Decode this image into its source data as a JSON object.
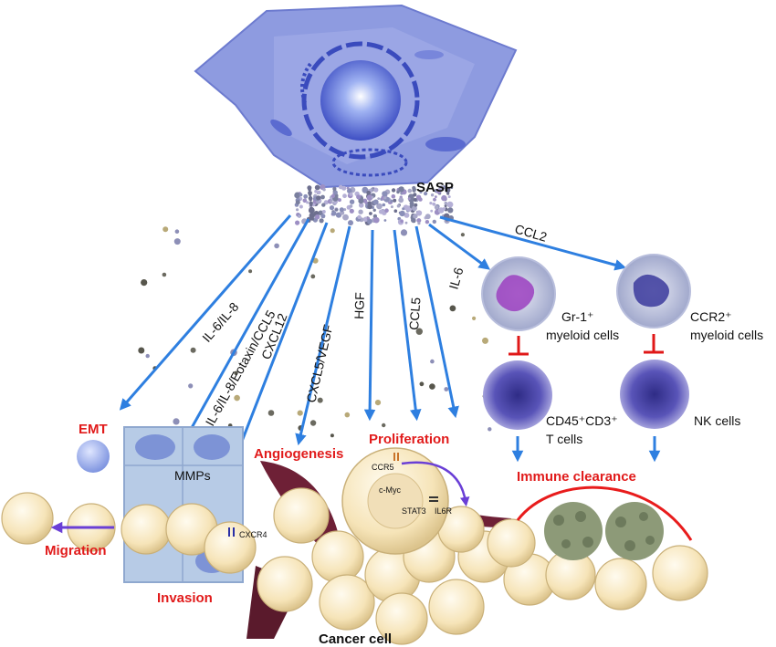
{
  "colors": {
    "arrow": "#2e7fe0",
    "red_label": "#e11b1b",
    "inhibit": "#e01818",
    "migration_arrow": "#6a3fd6",
    "senescent_cell": "#8e9be0",
    "cancer_cell": "#f4e2b4",
    "immune_arc": "#e81c1c"
  },
  "labels": {
    "sasp": "SASP",
    "il6_il8": "IL-6/IL-8",
    "il6_il8_eotaxin_ccl5": "IL-6/IL-8/Eotaxin/CCL5",
    "cxcl12": "CXCL12",
    "cxcl5_vegf": "CXCL5/VEGF",
    "hgf": "HGF",
    "ccl5": "CCL5",
    "il6": "IL-6",
    "ccl2": "CCL2",
    "gr1_line1": "Gr-1⁺",
    "gr1_line2": "myeloid cells",
    "ccr2_line1": "CCR2⁺",
    "ccr2_line2": "myeloid cells",
    "cd45_line1": "CD45⁺CD3⁺",
    "cd45_line2": "T cells",
    "nk": "NK cells",
    "mmps": "MMPs",
    "cxcr4": "CXCR4",
    "ccr5": "CCR5",
    "cmyc": "c-Myc",
    "stat3": "STAT3",
    "il6r": "IL6R",
    "cancer_cell": "Cancer cell"
  },
  "outcomes": {
    "emt": "EMT",
    "angiogenesis": "Angiogenesis",
    "proliferation": "Proliferation",
    "immune_clearance": "Immune clearance",
    "migration": "Migration",
    "invasion": "Invasion"
  }
}
